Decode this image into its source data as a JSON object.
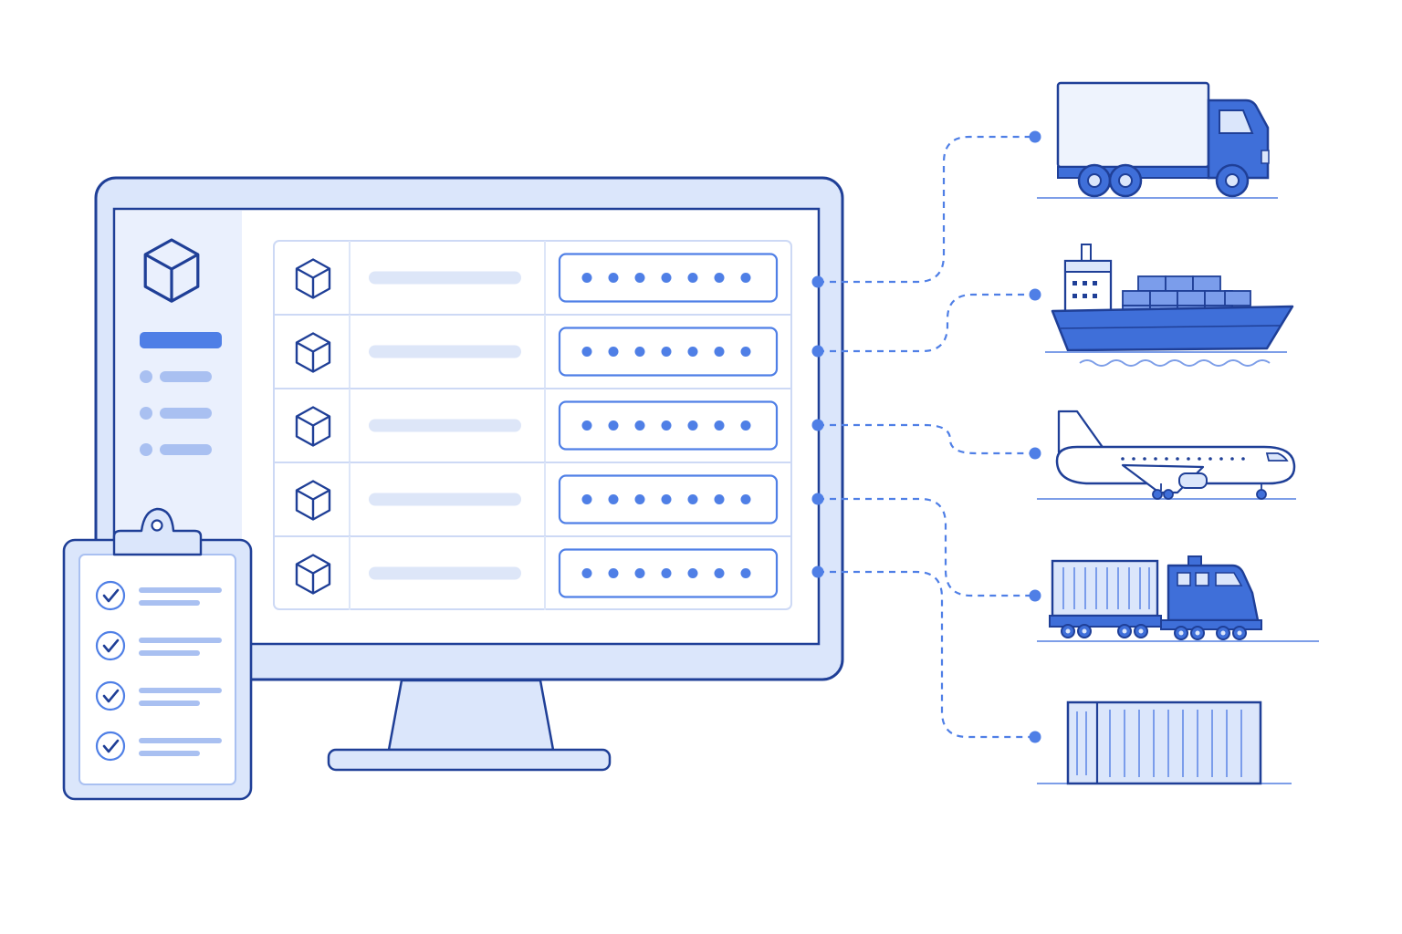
{
  "colors": {
    "ink": "#1f3f97",
    "accent": "#4f7fe6",
    "accent_light": "#a9c0f1",
    "panel": "#dbe6fb",
    "panel_soft": "#eaf0fd",
    "line_soft": "#dde6f8",
    "white": "#ffffff"
  },
  "sidebar": {
    "logo_icon": "package-cube-icon",
    "menu_items": [
      {
        "name": "sidebar-item-active",
        "active": true
      },
      {
        "name": "sidebar-item-2",
        "active": false
      },
      {
        "name": "sidebar-item-3",
        "active": false
      },
      {
        "name": "sidebar-item-4",
        "active": false
      }
    ]
  },
  "shipment_rows": [
    {
      "icon": "package-cube-icon",
      "masked_code_dots": 7,
      "transport": "truck"
    },
    {
      "icon": "package-cube-icon",
      "masked_code_dots": 7,
      "transport": "cargo-ship"
    },
    {
      "icon": "package-cube-icon",
      "masked_code_dots": 7,
      "transport": "airplane"
    },
    {
      "icon": "package-cube-icon",
      "masked_code_dots": 7,
      "transport": "freight-train"
    },
    {
      "icon": "package-cube-icon",
      "masked_code_dots": 7,
      "transport": "shipping-container"
    }
  ],
  "clipboard": {
    "icon": "clipboard-icon",
    "checked_items": 4,
    "check_icon": "check-circle-icon"
  },
  "transport_icons": [
    "truck-icon",
    "cargo-ship-icon",
    "airplane-icon",
    "freight-train-icon",
    "shipping-container-icon"
  ]
}
